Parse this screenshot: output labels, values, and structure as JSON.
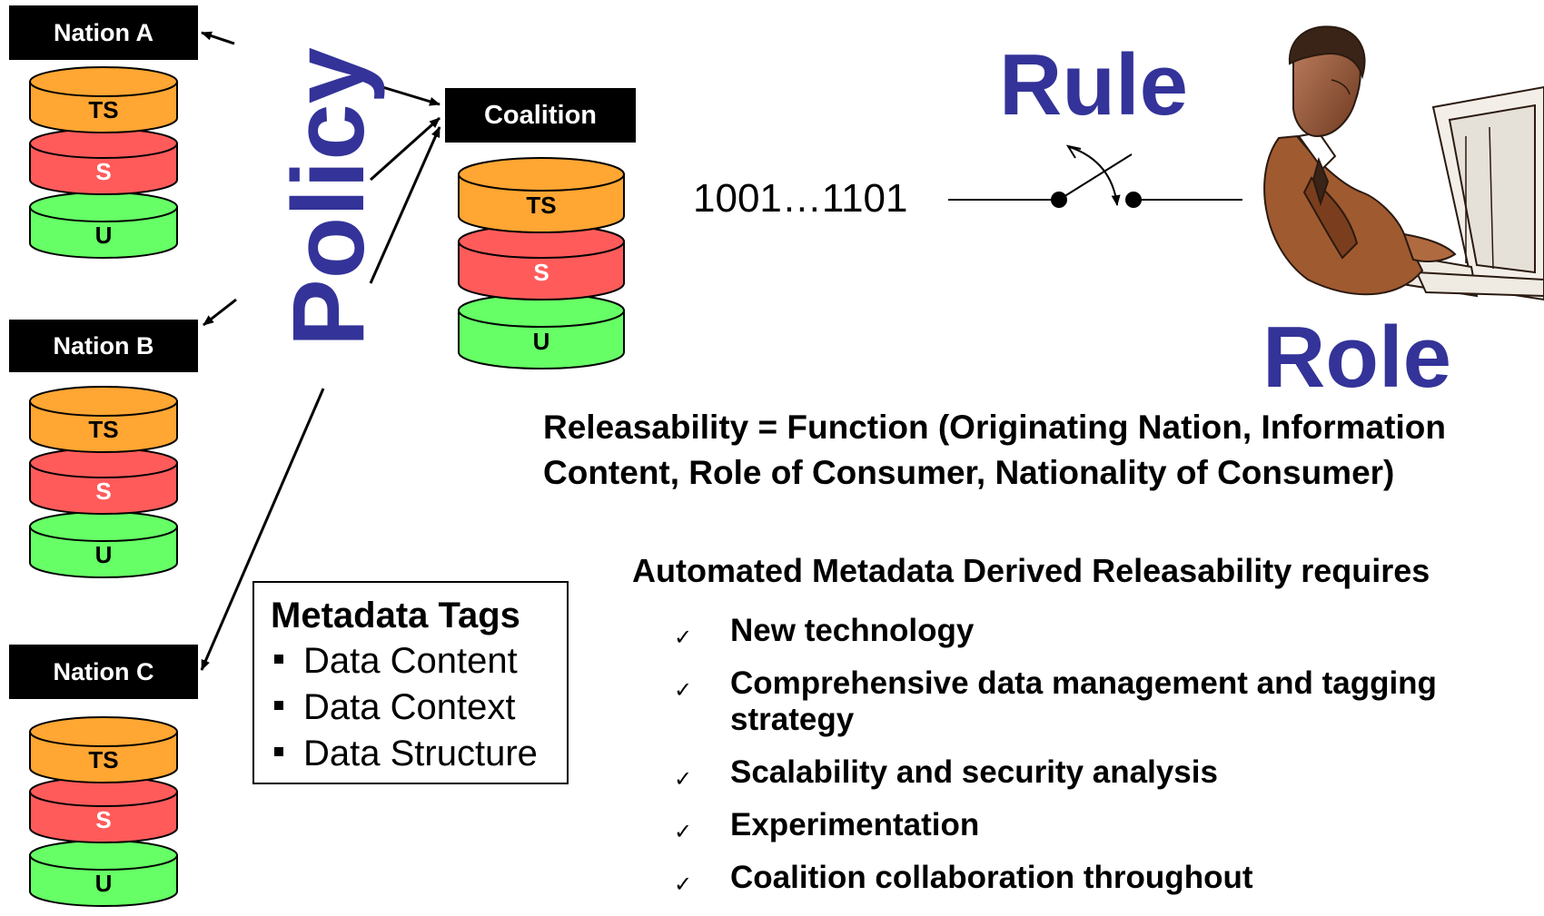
{
  "nations": [
    {
      "label": "Nation A",
      "levels": [
        "TS",
        "S",
        "U"
      ]
    },
    {
      "label": "Nation B",
      "levels": [
        "TS",
        "S",
        "U"
      ]
    },
    {
      "label": "Nation C",
      "levels": [
        "TS",
        "S",
        "U"
      ]
    }
  ],
  "coalition": {
    "label": "Coalition",
    "levels": [
      "TS",
      "S",
      "U"
    ]
  },
  "policy_text": "Policy",
  "rule_text": "Rule",
  "role_text": "Role",
  "bit_string": "1001…1101",
  "metadata": {
    "title": "Metadata Tags",
    "items": [
      "Data Content",
      "Data Context",
      "Data Structure"
    ]
  },
  "formula": {
    "line1": "Releasability = Function (Originating Nation, Information",
    "line2": "Content, Role of Consumer, Nationality of Consumer)"
  },
  "requirements": {
    "heading": "Automated Metadata Derived Releasability requires",
    "items": [
      "New technology",
      "Comprehensive data management and tagging",
      "strategy",
      "Scalability and security analysis",
      "Experimentation",
      "Coalition collaboration throughout"
    ]
  },
  "colors": {
    "ts": "#ffa633",
    "s": "#ff5b5b",
    "u": "#66ff66",
    "accent": "#333399"
  }
}
